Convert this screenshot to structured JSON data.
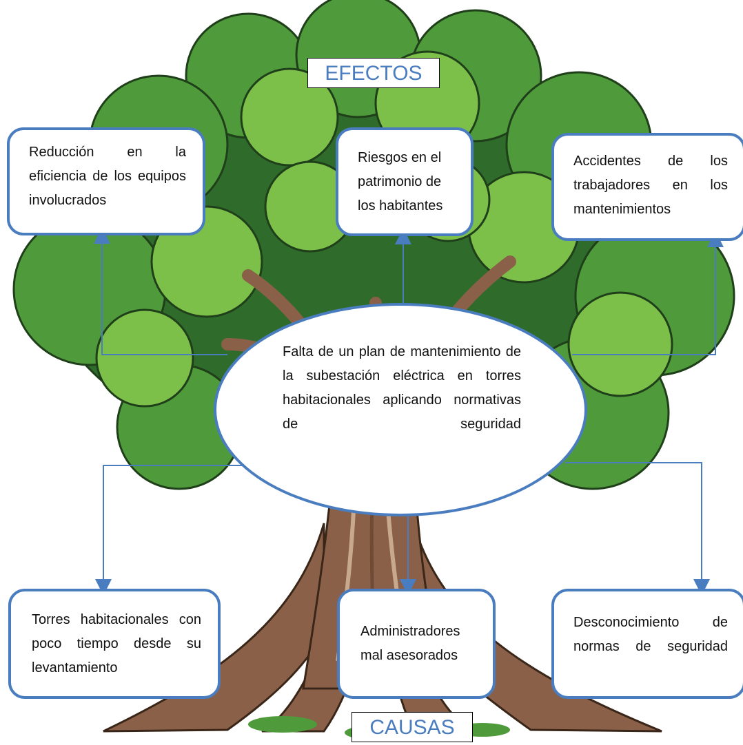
{
  "labels": {
    "effects": "EFECTOS",
    "causes": "CAUSAS"
  },
  "problem": "Falta de un plan de mantenimiento de la subestación eléctrica en torres habitacionales aplicando normativas de seguridad",
  "effects": [
    "Reducción en la eficiencia de los equipos involucrados",
    "Riesgos en el patrimonio de los habitantes",
    "Accidentes de los trabajadores en los mantenimientos"
  ],
  "causes": [
    "Torres habitacionales con poco tiempo desde su levantamiento",
    "Administradores mal asesorados",
    "Desconocimiento de normas de seguridad"
  ],
  "colors": {
    "accent": "#4a7dbf",
    "foliage_dark": "#2f6b2a",
    "foliage_mid": "#4f9a3a",
    "foliage_light": "#7cc04a",
    "trunk": "#8a6148",
    "trunk_light": "#c9a98e"
  }
}
